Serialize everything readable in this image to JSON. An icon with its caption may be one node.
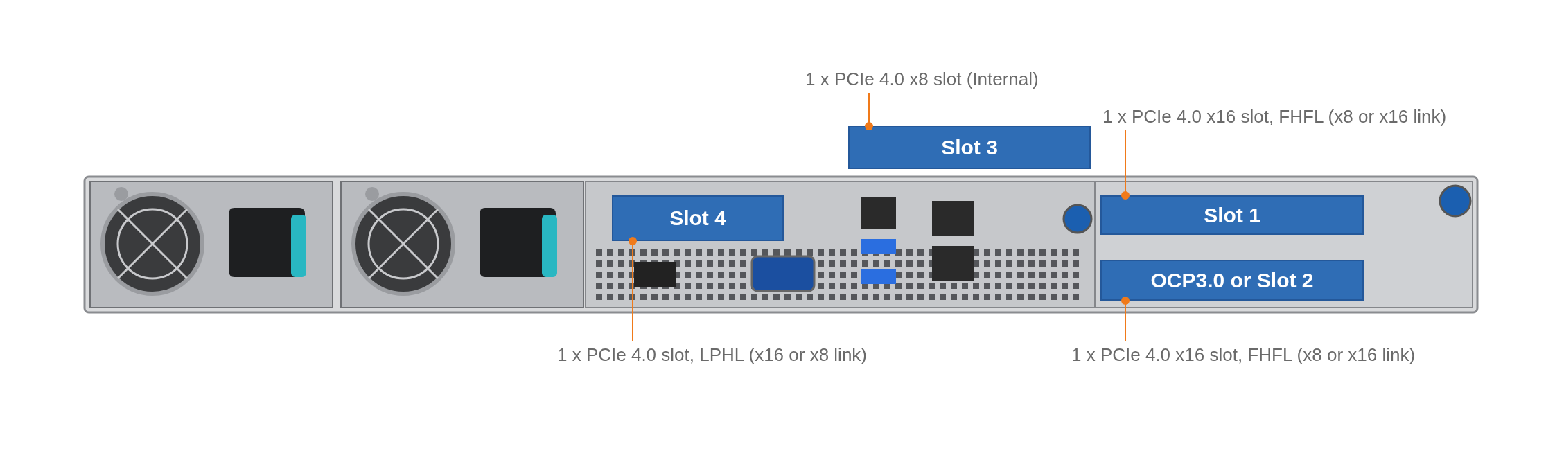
{
  "diagram": {
    "nodes": [
      {
        "text": [
          "1 x PCIe 4.0 x8 slot (Internal)"
        ]
      },
      {
        "text": [
          "Slot 3"
        ]
      },
      {
        "text": [
          "1 x PCIe 4.0 x16 slot, FHFL (x8 or x16 link)"
        ]
      },
      {
        "text": [
          "Slot 4"
        ]
      },
      {
        "text": [
          "Slot 1"
        ]
      },
      {
        "text": [
          "OCP3.0 or Slot 2"
        ]
      },
      {
        "text": [
          "1 x PCIe 4.0 slot, LPHL (x16 or x8 link)"
        ]
      },
      {
        "text": [
          "1 x PCIe 4.0 x16 slot, FHFL (x8 or x16 link)"
        ]
      }
    ],
    "edges": [
      {
        "from": 0,
        "to": 1,
        "arrow": "other"
      },
      {
        "from": 2,
        "to": 4,
        "arrow": "other"
      },
      {
        "from": 6,
        "to": 3,
        "arrow": "other"
      },
      {
        "from": 7,
        "to": 5,
        "arrow": "other"
      }
    ]
  }
}
